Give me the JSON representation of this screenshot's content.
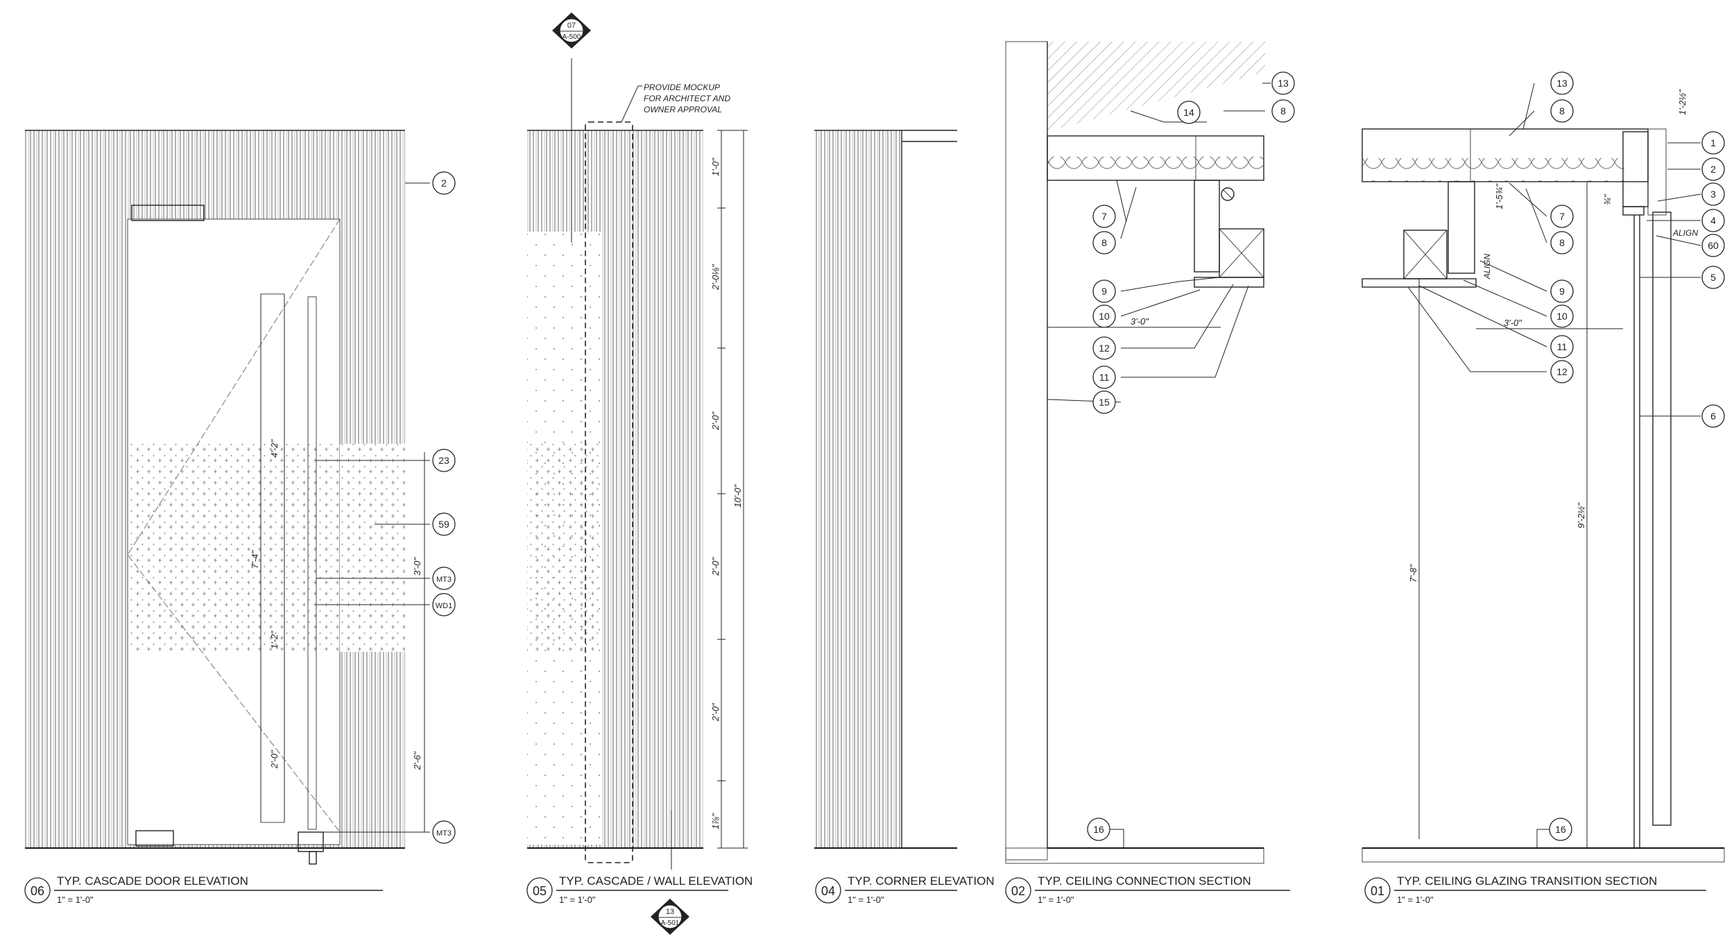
{
  "views": [
    {
      "id": "v06",
      "number": "06",
      "title": "TYP. CASCADE DOOR ELEVATION",
      "scale": "1\" = 1'-0\""
    },
    {
      "id": "v05",
      "number": "05",
      "title": "TYP. CASCADE / WALL ELEVATION",
      "scale": "1\" = 1'-0\""
    },
    {
      "id": "v04",
      "number": "04",
      "title": "TYP. CORNER ELEVATION",
      "scale": "1\" = 1'-0\""
    },
    {
      "id": "v02",
      "number": "02",
      "title": "TYP. CEILING CONNECTION SECTION",
      "scale": "1\" = 1'-0\""
    },
    {
      "id": "v01",
      "number": "01",
      "title": "TYP. CEILING GLAZING TRANSITION SECTION",
      "scale": "1\" = 1'-0\""
    }
  ],
  "section_markers": [
    {
      "id": "top",
      "number": "07",
      "sheet": "A-500"
    },
    {
      "id": "bottom",
      "number": "13",
      "sheet": "A-501"
    }
  ],
  "notes": {
    "mockup": [
      "PROVIDE MOCKUP",
      "FOR ARCHITECT AND",
      "OWNER APPROVAL"
    ],
    "align_a": "ALIGN",
    "align_b": "ALIGN"
  },
  "keynotes_v06": [
    "2",
    "23",
    "59",
    "MT3",
    "WD1",
    "MT3"
  ],
  "dims_v06": [
    "4'-2\"",
    "7'-4\"",
    "1'-2\"",
    "2'-0\"",
    "3'-0\"",
    "2'-6\""
  ],
  "dims_v05": [
    "1'-0\"",
    "2'-0⅛\"",
    "2'-0\"",
    "2'-0\"",
    "2'-0\"",
    "1⅞\"",
    "10'-0\""
  ],
  "keynotes_v02": [
    "13",
    "8",
    "14",
    "7",
    "8",
    "9",
    "10",
    "12",
    "11",
    "15",
    "16"
  ],
  "dims_v02": [
    "3'-0\""
  ],
  "keynotes_v01": [
    "13",
    "8",
    "7",
    "8",
    "9",
    "10",
    "11",
    "12",
    "1",
    "2",
    "3",
    "4",
    "60",
    "5",
    "6",
    "16"
  ],
  "dims_v01": [
    "1'-2½\"",
    "1'-5¾\"",
    "¾\"",
    "3'-0\"",
    "7'-8\"",
    "9'-2½\""
  ]
}
